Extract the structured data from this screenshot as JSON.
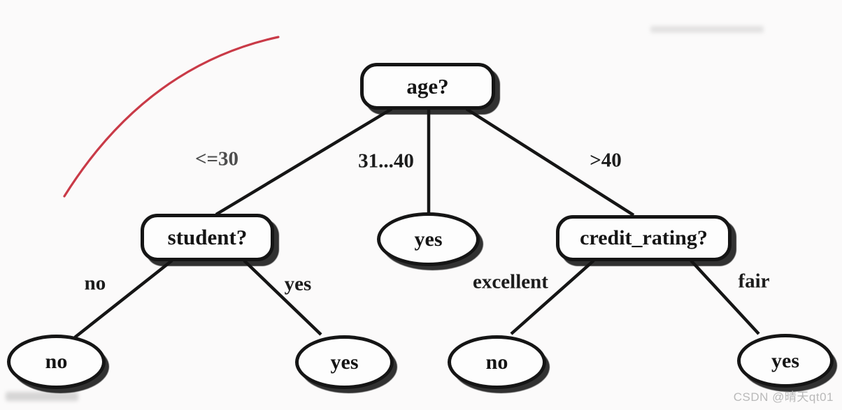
{
  "page": {
    "background": "#fbfafa",
    "ink_color": "#151515"
  },
  "tree": {
    "type": "decision-tree",
    "root": {
      "label": "age?",
      "kind": "decision"
    },
    "branches": [
      {
        "label": "<=30",
        "child": {
          "label": "student?",
          "kind": "decision",
          "branches": [
            {
              "label": "no",
              "child": {
                "label": "no",
                "kind": "leaf"
              }
            },
            {
              "label": "yes",
              "child": {
                "label": "yes",
                "kind": "leaf"
              }
            }
          ]
        }
      },
      {
        "label": "31...40",
        "child": {
          "label": "yes",
          "kind": "leaf"
        }
      },
      {
        "label": ">40",
        "child": {
          "label": "credit_rating?",
          "kind": "decision",
          "branches": [
            {
              "label": "excellent",
              "child": {
                "label": "no",
                "kind": "leaf"
              }
            },
            {
              "label": "fair",
              "child": {
                "label": "yes",
                "kind": "leaf"
              }
            }
          ]
        }
      }
    ]
  },
  "annotation": {
    "description": "hand-drawn red arc over upper-left area",
    "red_stroke_color": "#c93a47"
  },
  "watermark": {
    "text": "CSDN @晴天qt01",
    "color": "#b9b9b9"
  }
}
